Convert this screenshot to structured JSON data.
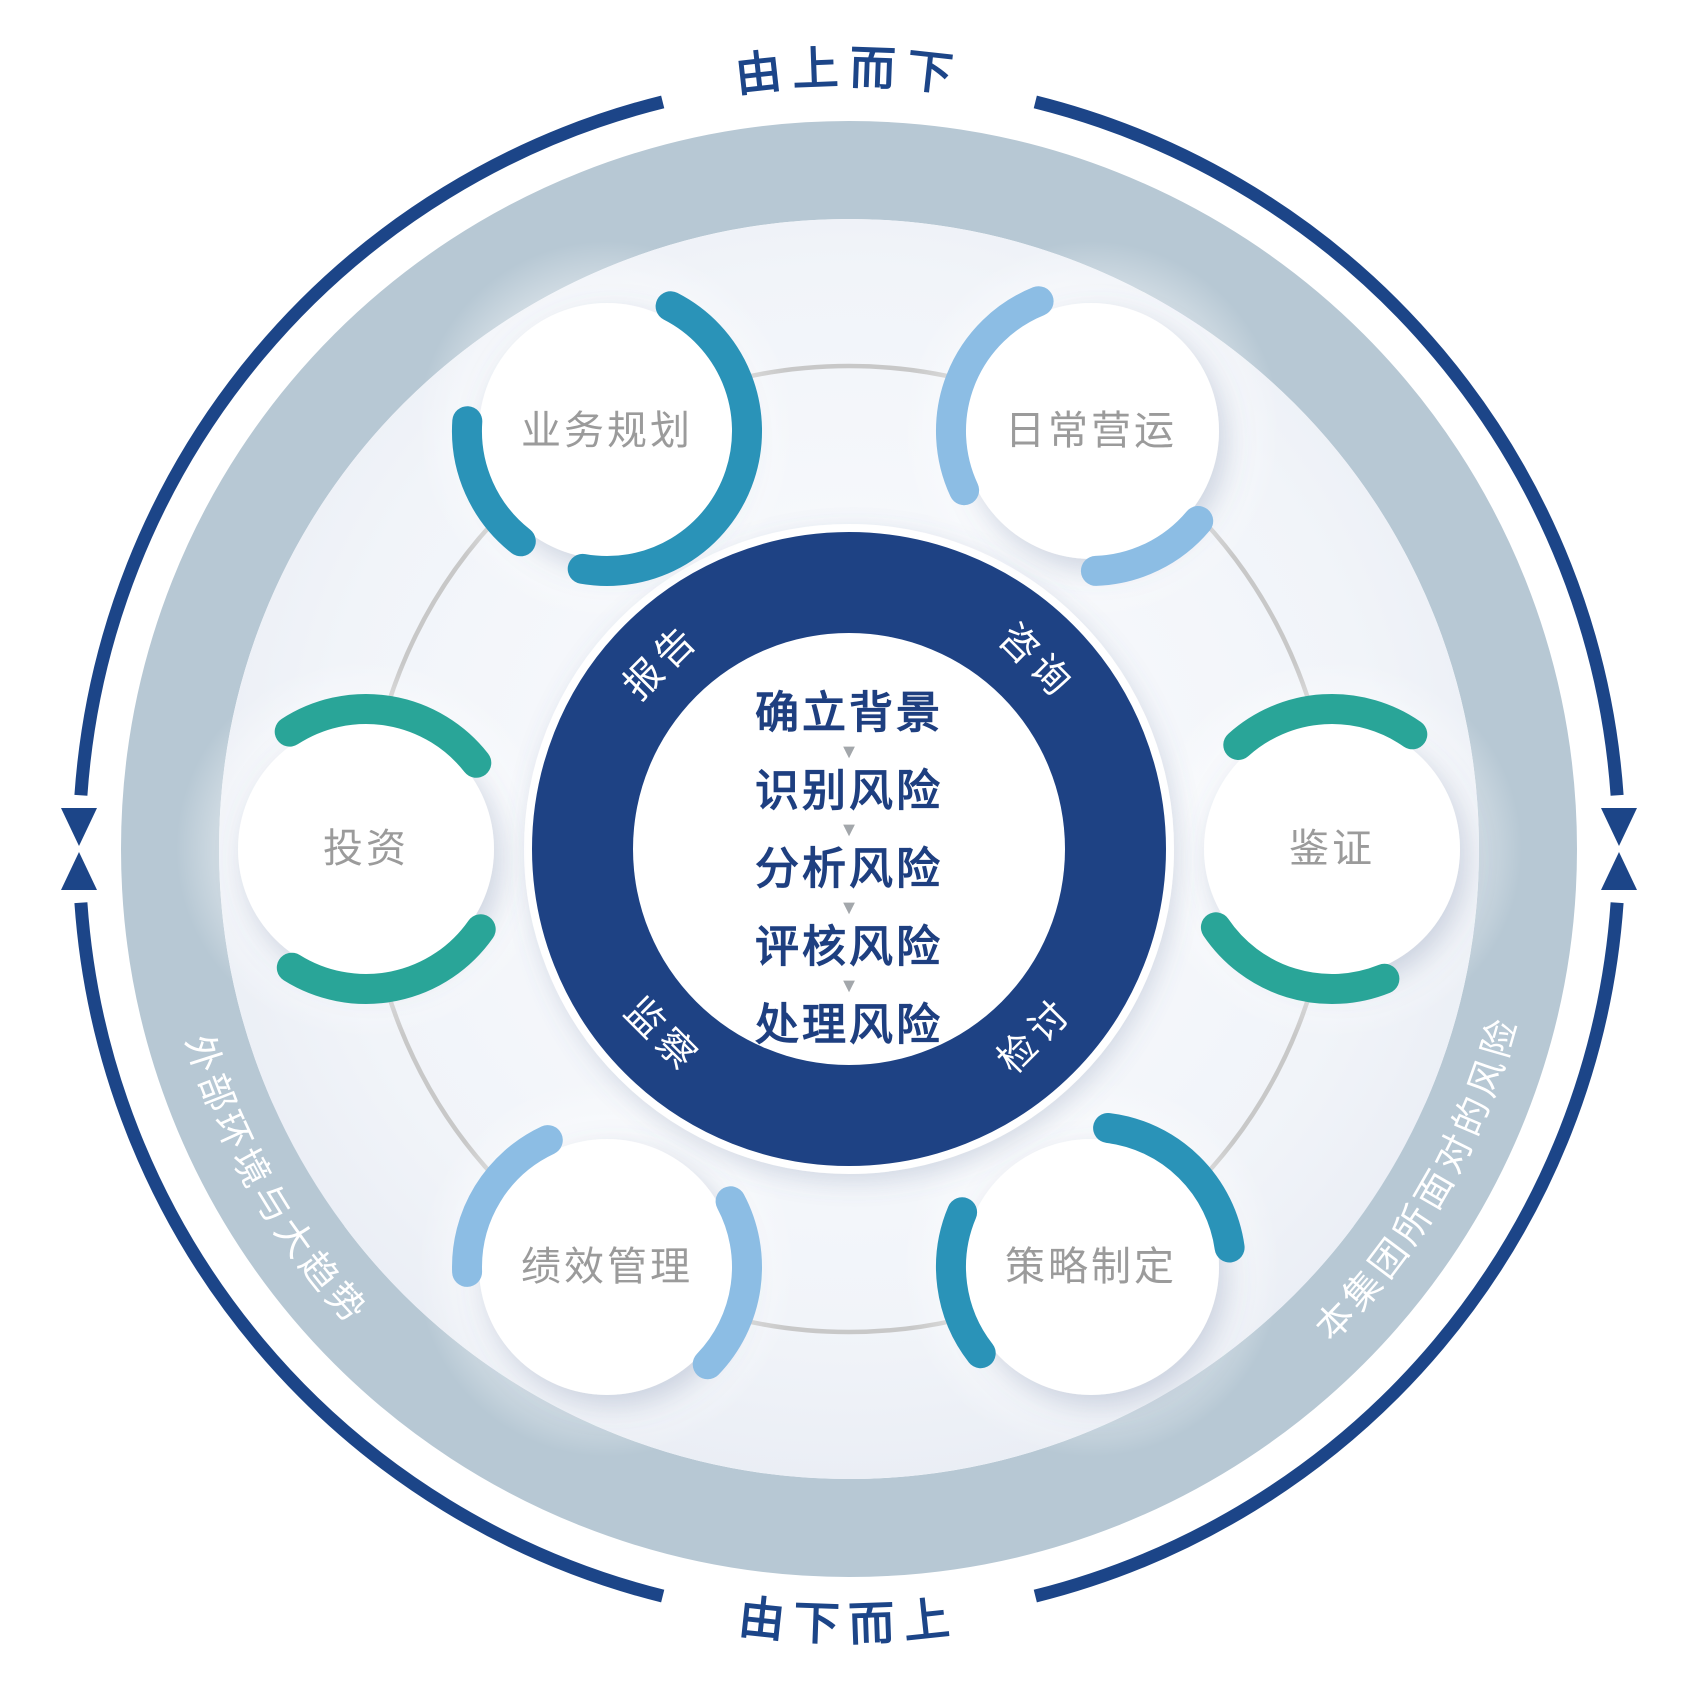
{
  "diagram": {
    "outer_flow": {
      "top_label": "由上而下",
      "bottom_label": "由下而上"
    },
    "band": {
      "left_label": "外部环境与大趋势",
      "right_label": "本集团所面对的风险"
    },
    "process_ring_labels": {
      "top_left": "报告",
      "top_right": "咨询",
      "bottom_left": "监察",
      "bottom_right": "检讨"
    },
    "center_steps": {
      "step1": "确立背景",
      "step2": "识别风险",
      "step3": "分析风险",
      "step4": "评核风险",
      "step5": "处理风险",
      "arrow_icon": "▼"
    },
    "satellites": {
      "top_left": "业务规划",
      "top_right": "日常营运",
      "left": "投资",
      "right": "鉴证",
      "bottom_left": "绩效管理",
      "bottom_right": "策略制定"
    },
    "colors": {
      "navy": "#1c4588",
      "ring_navy": "#1e4284",
      "band": "#b7c8d4",
      "teal_green": "#29a598",
      "teal_blue": "#2a93b8",
      "light_blue": "#8cbde4",
      "label_gray": "#9b9b9b"
    }
  }
}
